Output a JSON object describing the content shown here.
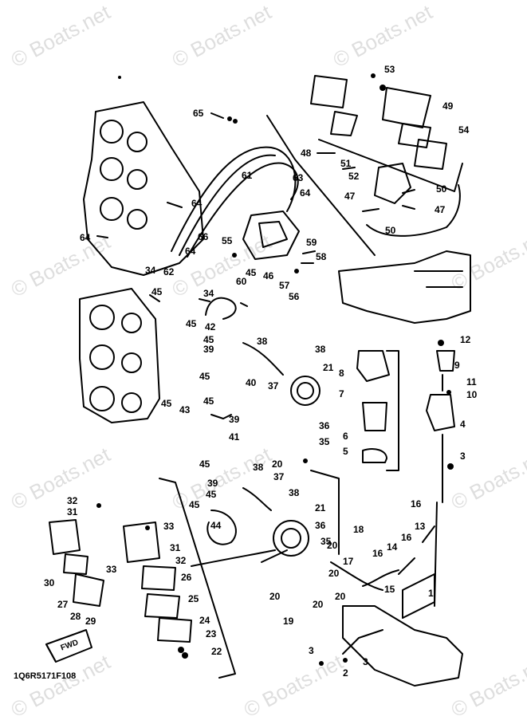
{
  "watermark": "© Boats.net",
  "diagram_ref": "1Q6R5171F108",
  "arrow_text": "FWD",
  "labels": [
    "1",
    "2",
    "3",
    "3",
    "3",
    "4",
    "5",
    "6",
    "7",
    "8",
    "9",
    "10",
    "11",
    "12",
    "13",
    "14",
    "15",
    "16",
    "16",
    "16",
    "17",
    "18",
    "19",
    "20",
    "20",
    "20",
    "20",
    "20",
    "20",
    "21",
    "21",
    "22",
    "23",
    "24",
    "25",
    "26",
    "27",
    "28",
    "29",
    "30",
    "31",
    "31",
    "32",
    "32",
    "33",
    "33",
    "34",
    "34",
    "35",
    "35",
    "36",
    "36",
    "37",
    "37",
    "38",
    "38",
    "38",
    "38",
    "39",
    "39",
    "39",
    "40",
    "41",
    "42",
    "43",
    "44",
    "45",
    "45",
    "45",
    "45",
    "45",
    "45",
    "45",
    "45",
    "45",
    "45",
    "46",
    "47",
    "47",
    "48",
    "49",
    "50",
    "50",
    "51",
    "52",
    "53",
    "54",
    "55",
    "56",
    "57",
    "58",
    "59",
    "60",
    "61",
    "62",
    "63",
    "64",
    "64",
    "64",
    "64",
    "65",
    "66"
  ]
}
